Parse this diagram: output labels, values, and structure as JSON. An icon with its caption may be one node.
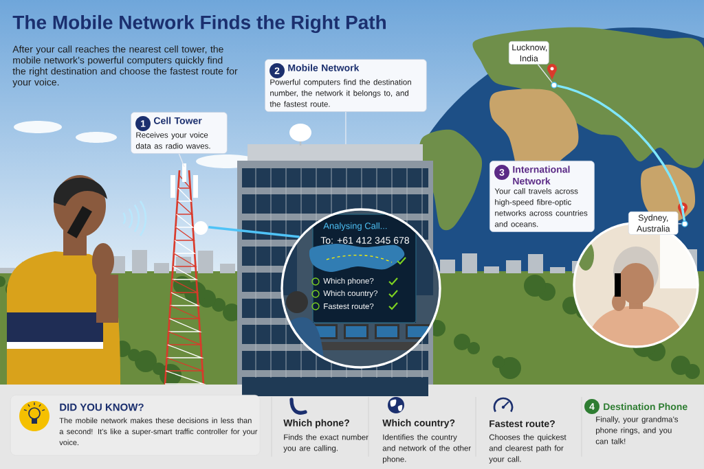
{
  "diagram": {
    "title": "The Mobile Network Finds the Right Path",
    "nodes": [
      {
        "text": [
          "Cell Tower",
          "Receives your voice data as radio waves."
        ]
      },
      {
        "text": [
          "1"
        ],
        "in": 0
      },
      {
        "text": [
          "Mobile Network",
          "Powerful computers find the destination number, the network it belongs to, and the fastest route."
        ]
      },
      {
        "text": [
          "2"
        ],
        "in": 2
      },
      {
        "text": [
          "Lucknow, India"
        ]
      },
      {
        "text": [
          "International Network",
          "Your call travels across high-speed fibre-optic networks across countries and oceans."
        ]
      },
      {
        "text": [
          "3"
        ],
        "in": 5
      },
      {
        "text": [
          "Sydney, Australia"
        ]
      },
      {
        "text": [],
        "shape": "person"
      },
      {
        "text": [],
        "shape": "picture"
      },
      {
        "text": [],
        "shape": "picture"
      },
      {
        "text": [
          "Analysing Call...",
          "To: +61 412 345 678",
          "Which phone?",
          "Which country?",
          "Fastest route?"
        ],
        "in": 10
      },
      {
        "text": [],
        "shape": "person"
      },
      {
        "text": [
          "DID YOU KNOW?",
          "The mobile network makes these decisions in less than a second! It’s like a super-smart traffic controller for your voice."
        ]
      },
      {
        "text": [
          "4"
        ],
        "beside": [
          "Destination Phone"
        ]
      },
      {
        "text": [],
        "shape": "pin"
      },
      {
        "text": [],
        "shape": "pin"
      }
    ],
    "edges": [
      {
        "from": 0,
        "to": 9,
        "arrow": "none"
      },
      {
        "from": 2,
        "to": 10,
        "arrow": "none"
      },
      {
        "from": 9,
        "to": 11,
        "arrow": "none",
        "style": "thick",
        "color": "#4fc3f7"
      },
      {
        "from": 15,
        "to": 16,
        "arrow": "none",
        "style": "thick",
        "color": "#7fe7ff"
      },
      {
        "from": 4,
        "to": 15,
        "arrow": "none"
      },
      {
        "from": 7,
        "to": 16,
        "arrow": "none"
      }
    ],
    "labels": [
      "After your call reaches the nearest cell tower, the mobile network’s powerful computers quickly find the right destination and choose the fastest route for your voice.",
      "Which phone?",
      "Finds the exact number you are calling.",
      "Which country?",
      "Identifies the country and network of the other phone.",
      "Fastest route?",
      "Chooses the quickest and clearest path for your call.",
      "Finally, your grandma’s phone rings, and you can talk!"
    ]
  }
}
